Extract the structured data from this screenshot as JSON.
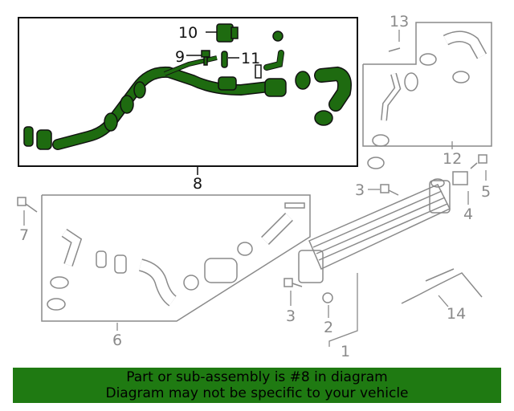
{
  "callouts": {
    "n1": "1",
    "n2": "2",
    "n3a": "3",
    "n3b": "3",
    "n4": "4",
    "n5": "5",
    "n6": "6",
    "n7": "7",
    "n8": "8",
    "n9": "9",
    "n10": "10",
    "n11": "11",
    "n12": "12",
    "n13": "13",
    "n14": "14"
  },
  "banner": {
    "line1": "Part or sub-assembly is #8 in diagram",
    "line2": "Diagram may not be specific to your vehicle"
  },
  "colors": {
    "highlight": "#1e6b10",
    "banner_bg": "#1f7a12",
    "line_grey": "#8a8a8a",
    "line_dark": "#111111"
  }
}
